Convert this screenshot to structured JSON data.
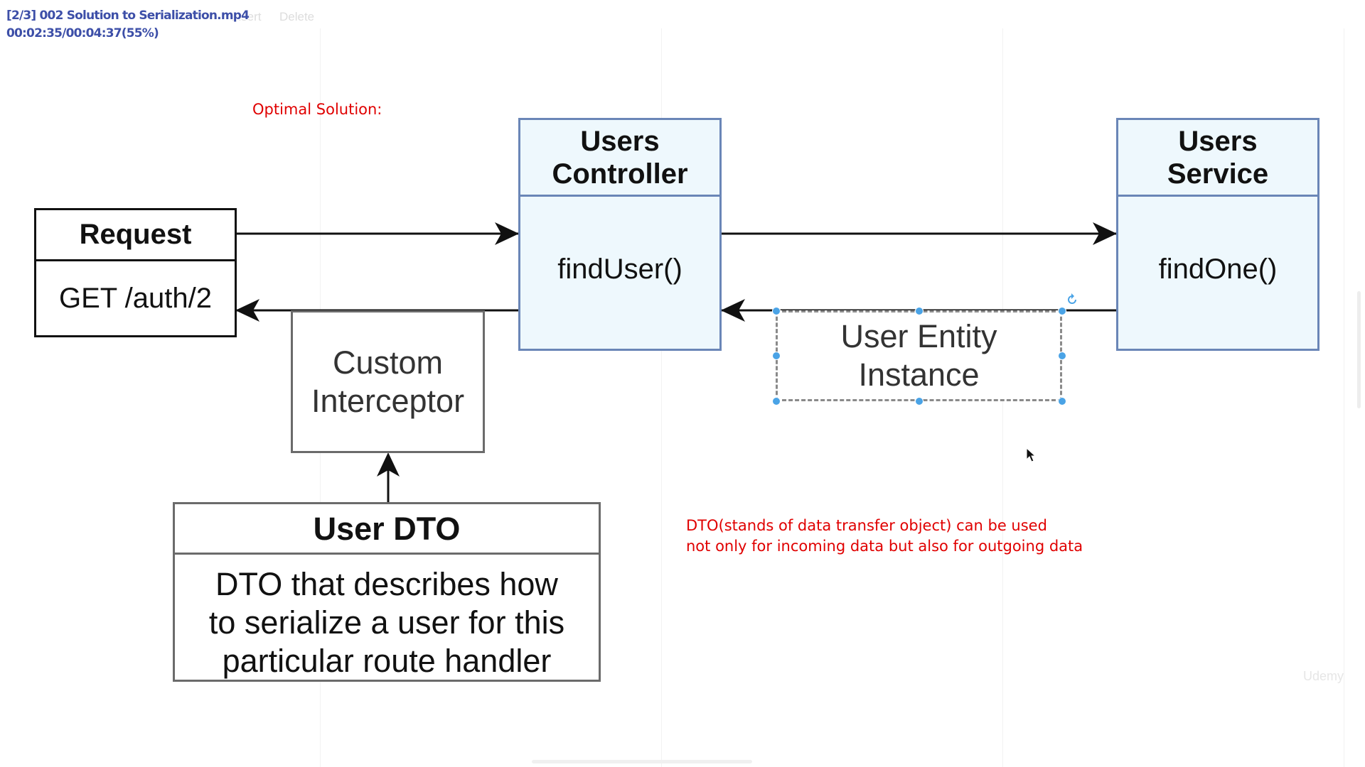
{
  "video": {
    "file_label": "[2/3] 002 Solution to Serialization.mp4",
    "timecode": "00:02:35/00:04:37(55%)"
  },
  "toolbar_ghost": [
    "Insert",
    "Delete"
  ],
  "notes": {
    "heading": "Optimal Solution:",
    "dto_line1": "DTO(stands of data transfer object) can be used",
    "dto_line2": "not only for incoming data but also for outgoing data"
  },
  "request": {
    "title": "Request",
    "body": "GET /auth/2"
  },
  "controller": {
    "title_line1": "Users",
    "title_line2": "Controller",
    "body": "findUser()"
  },
  "service": {
    "title_line1": "Users",
    "title_line2": "Service",
    "body": "findOne()"
  },
  "interceptor": {
    "line1": "Custom",
    "line2": "Interceptor"
  },
  "entity": {
    "line1": "User Entity",
    "line2": "Instance"
  },
  "dto": {
    "title": "User DTO",
    "line1": "DTO that describes how",
    "line2": "to serialize a user for this",
    "line3": "particular route handler"
  },
  "watermark": "Udemy",
  "colors": {
    "note": "#e00000",
    "box_fill": "#eef8fd",
    "box_border": "#6a86b7",
    "selection": "#4aa3e6"
  }
}
